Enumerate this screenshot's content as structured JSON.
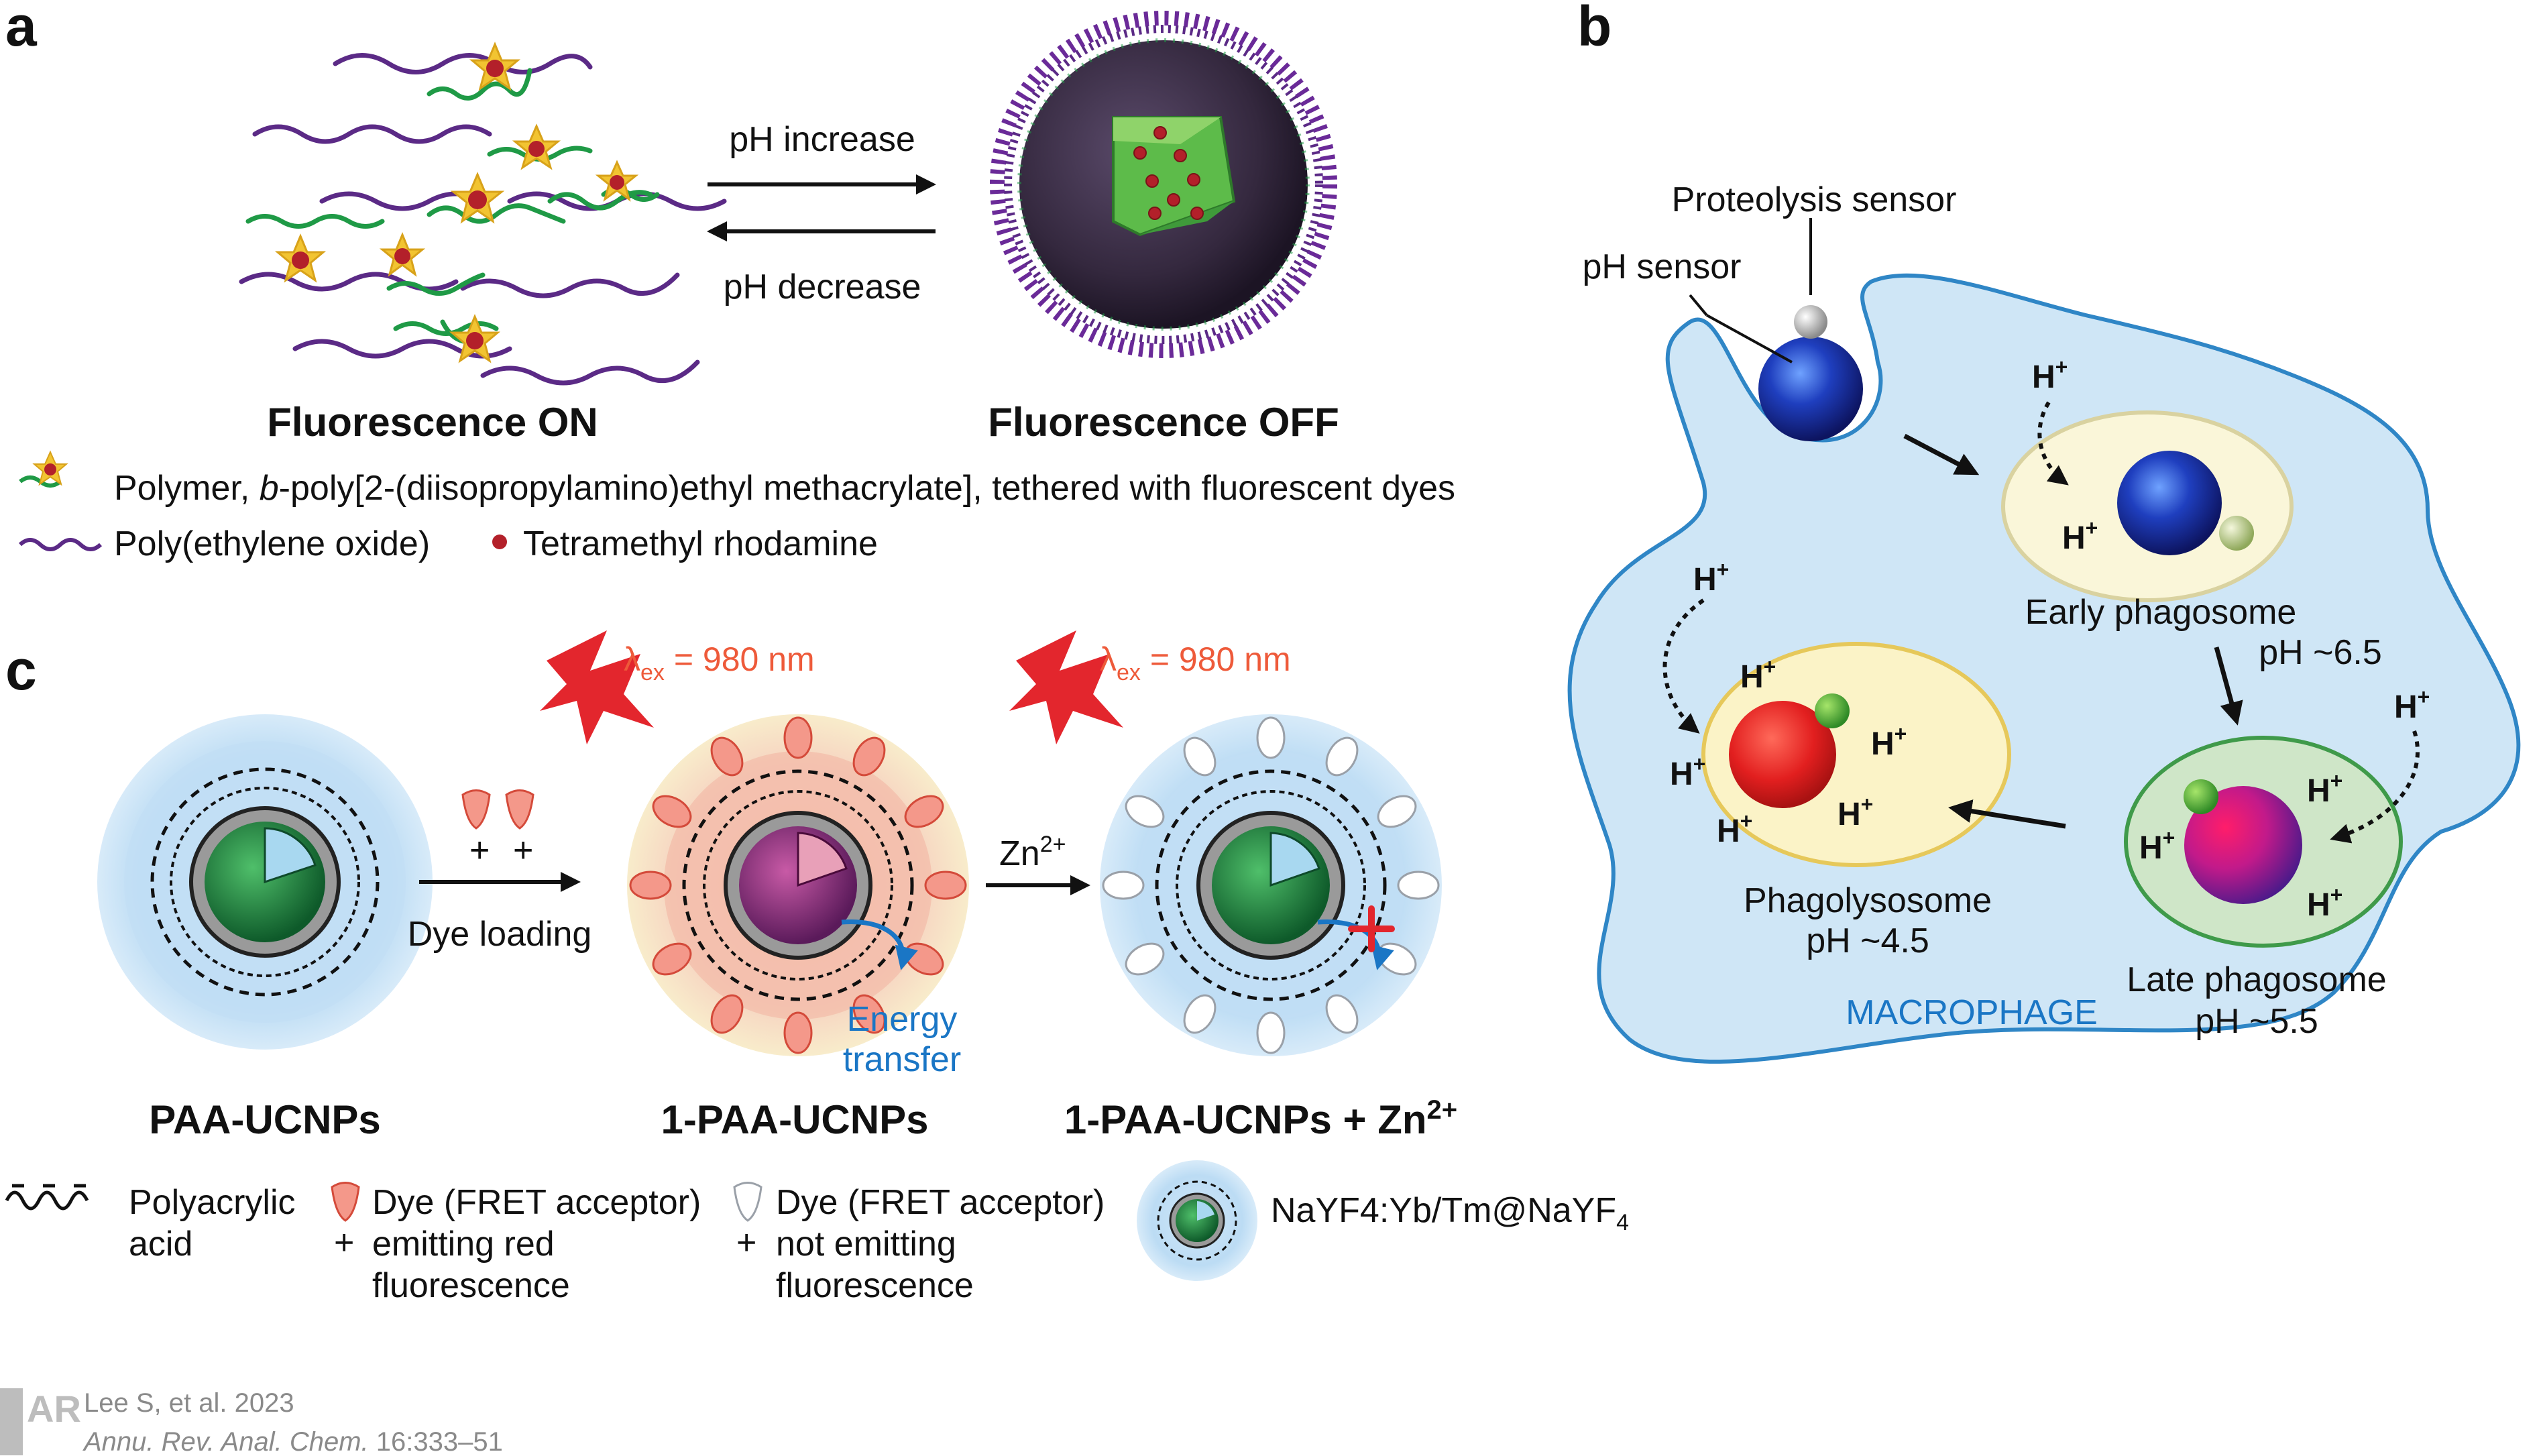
{
  "panels": {
    "a": "a",
    "b": "b",
    "c": "c"
  },
  "panel_a": {
    "arrow_top": "pH increase",
    "arrow_bottom": "pH decrease",
    "left_title": "Fluorescence ON",
    "right_title": "Fluorescence OFF",
    "legend_polymer_pre": "Polymer, ",
    "legend_polymer_italic": "b",
    "legend_polymer_post": "-poly[2-(diisopropylamino)ethyl methacrylate], tethered with fluorescent dyes",
    "legend_peo": "Poly(ethylene oxide)",
    "legend_tmr": "Tetramethyl rhodamine"
  },
  "panel_b": {
    "proteolysis_sensor": "Proteolysis sensor",
    "ph_sensor": "pH sensor",
    "early_name": "Early phagosome",
    "early_ph": "pH ~6.5",
    "late_name": "Late phagosome",
    "late_ph": "pH ~5.5",
    "phago_name": "Phagolysosome",
    "phago_ph": "pH ~4.5",
    "macrophage": "MACROPHAGE",
    "h_plus": "H",
    "h_sup": "+"
  },
  "panel_c": {
    "lambda_symbol": "λ",
    "lambda_sub": "ex",
    "lambda_value": " = 980 nm",
    "dye_loading": "Dye loading",
    "zn_label": "Zn",
    "zn_sup": "2+",
    "energy_line1": "Energy",
    "energy_line2": "transfer",
    "title1": "PAA-UCNPs",
    "title2": "1-PAA-UCNPs",
    "title3_main": "1-PAA-UCNPs + Zn",
    "title3_sup": "2+",
    "plus": "+",
    "legend_paa_1": "Polyacrylic",
    "legend_paa_2": "acid",
    "legend_red_1": "Dye (FRET acceptor)",
    "legend_red_2": "emitting red",
    "legend_red_3": "fluorescence",
    "legend_white_1": "Dye (FRET acceptor)",
    "legend_white_2": "not emitting",
    "legend_white_3": "fluorescence",
    "legend_core_main": "NaYF4:Yb/Tm@NaYF",
    "legend_core_sub": "4"
  },
  "citation": {
    "line1": "Lee S, et al. 2023",
    "journal": "Annu. Rev. Anal. Chem.",
    "pages": " 16:333–51",
    "logo_letters": "AR"
  },
  "colors": {
    "polymer_green": "#1f9a46",
    "peo_purple": "#5b2a86",
    "dye_star": "#f2c431",
    "tmr_red": "#b3202a",
    "cell_fill": "#cfe6f6",
    "cell_stroke": "#2f86c6",
    "early_fill": "#faf6d9",
    "late_fill": "#cfe6c8",
    "phago_fill": "#fbf3c7",
    "laser_red": "#e3262d",
    "transfer_blue": "#1a76c5"
  }
}
